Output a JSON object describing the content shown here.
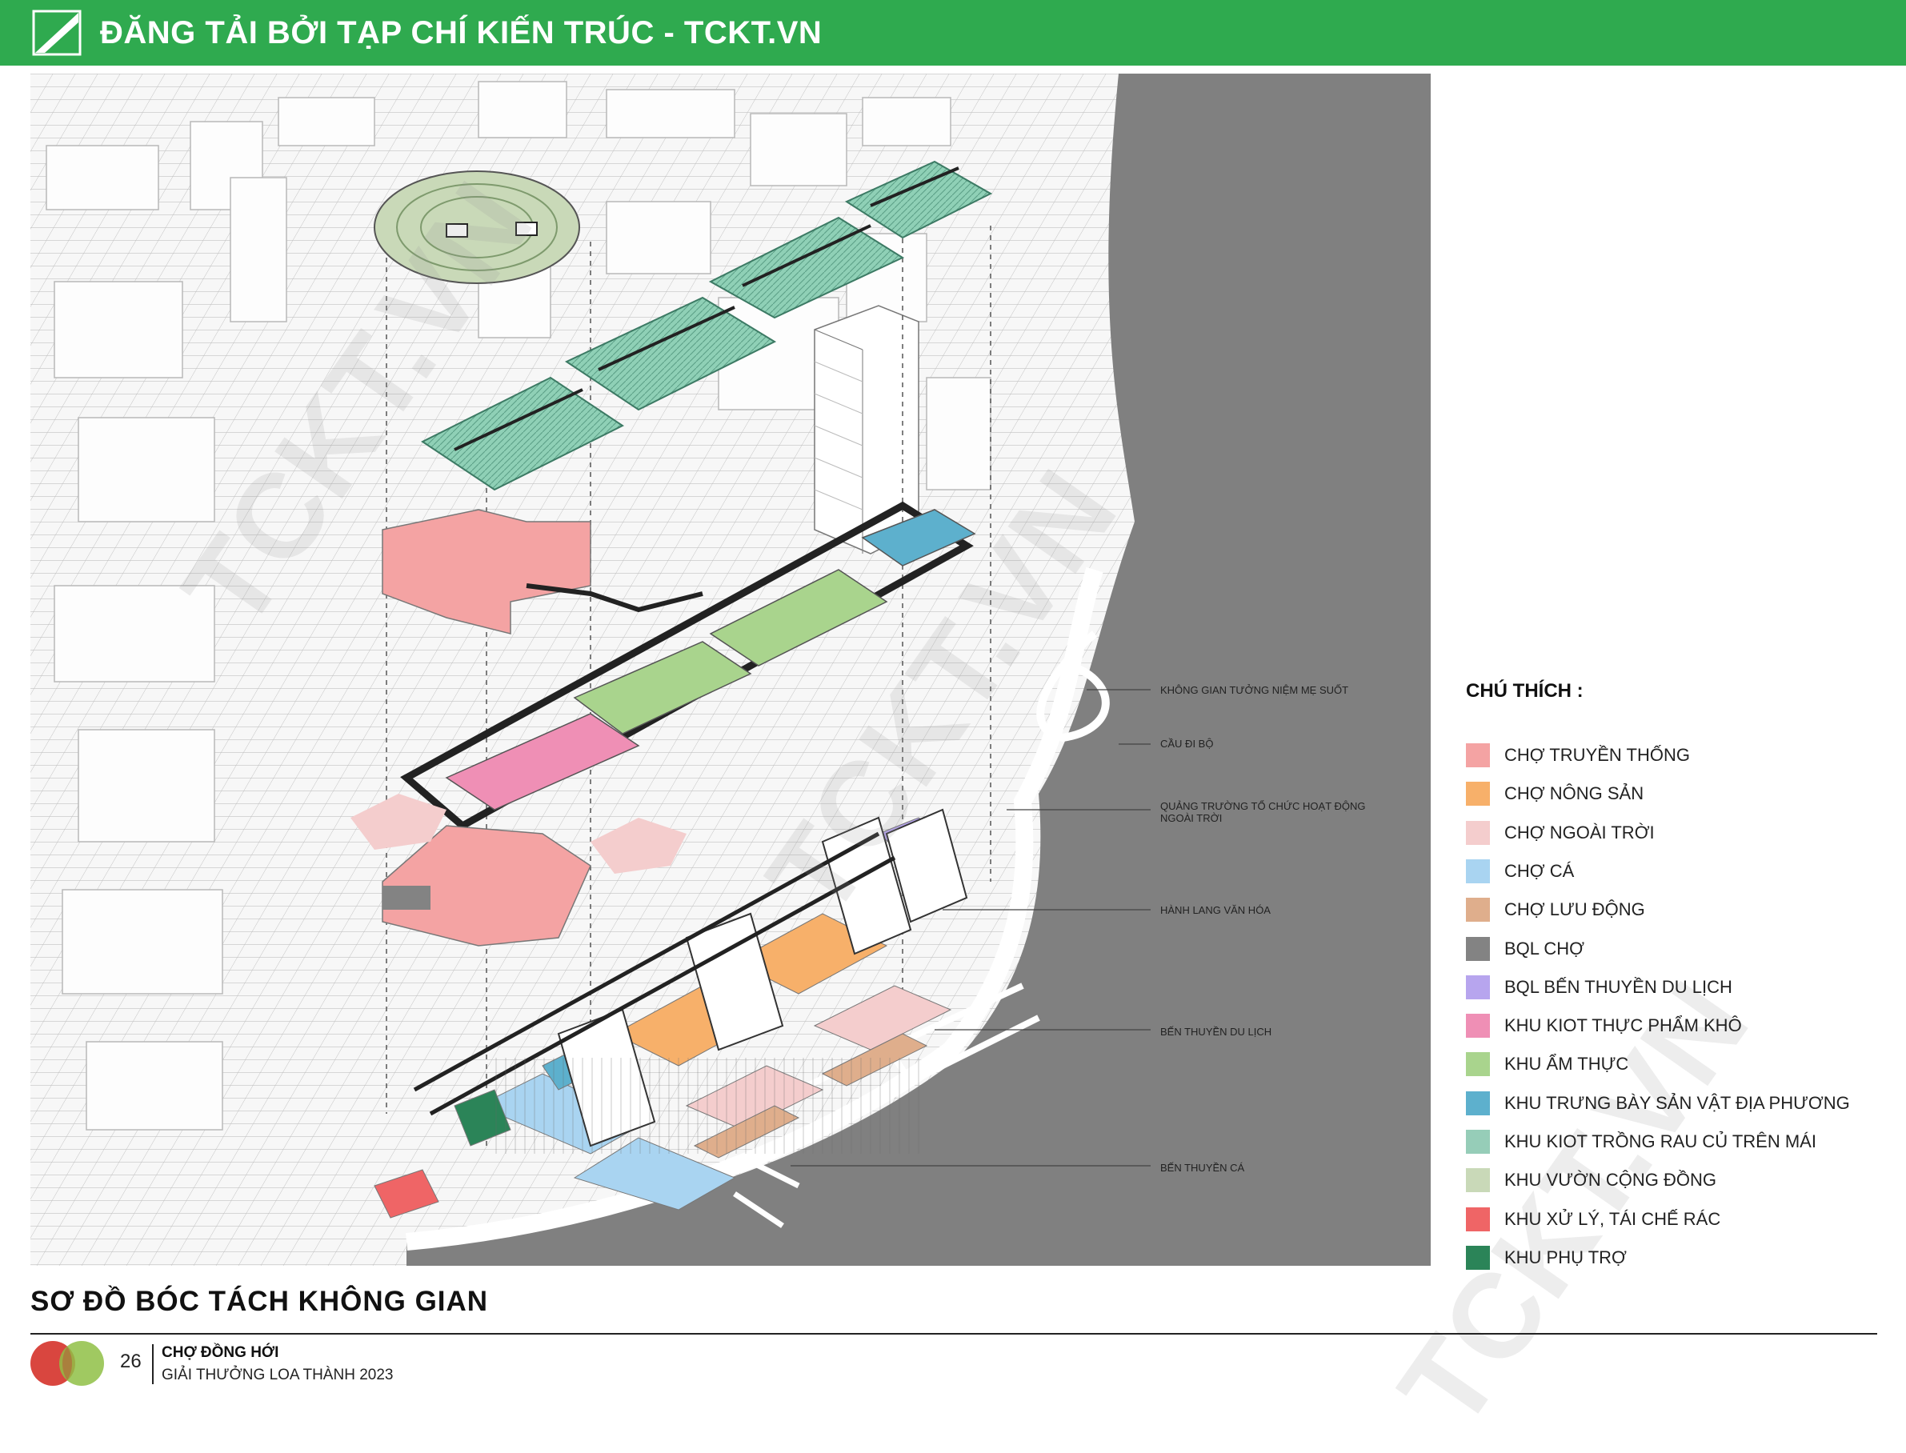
{
  "header": {
    "title": "ĐĂNG TẢI BỞI TẠP CHÍ KIẾN TRÚC - TCKT.VN"
  },
  "watermarks": [
    "TCKT.VN",
    "TCKT.VN",
    "TCKT.VN",
    "TCKT.VN"
  ],
  "callouts": [
    "KHÔNG GIAN TƯỞNG NIỆM MẸ SUỐT",
    "CẦU ĐI BỘ",
    "QUẢNG TRƯỜNG TỔ CHỨC HOẠT ĐỘNG NGOÀI TRỜI",
    "HÀNH LANG VĂN HÓA",
    "BẾN THUYỀN DU LỊCH",
    "BẾN THUYỀN CÁ"
  ],
  "legend": {
    "title": "CHÚ THÍCH :",
    "items": [
      {
        "label": "CHỢ TRUYỀN THỐNG",
        "color": "#f4a3a3"
      },
      {
        "label": "CHỢ NÔNG SẢN",
        "color": "#f7b06a"
      },
      {
        "label": "CHỢ NGOÀI TRỜI",
        "color": "#f4cdcd"
      },
      {
        "label": "CHỢ CÁ",
        "color": "#a9d4f1"
      },
      {
        "label": "CHỢ LƯU ĐỘNG",
        "color": "#dfae8c"
      },
      {
        "label": "BQL CHỢ",
        "color": "#838383"
      },
      {
        "label": "BQL BẾN THUYỀN DU LỊCH",
        "color": "#b7a5ee"
      },
      {
        "label": "KHU KIOT THỰC PHẨM KHÔ",
        "color": "#ef8fb5"
      },
      {
        "label": "KHU ẨM THỰC",
        "color": "#a9d48d"
      },
      {
        "label": "KHU TRƯNG BÀY SẢN VẬT ĐỊA PHƯƠNG",
        "color": "#5db0cd"
      },
      {
        "label": "KHU KIOT TRỒNG RAU CỦ TRÊN MÁI",
        "color": "#96cdb8"
      },
      {
        "label": "KHU VƯỜN CỘNG ĐỒNG",
        "color": "#c9d9b8"
      },
      {
        "label": "KHU XỬ LÝ, TÁI CHẾ RÁC",
        "color": "#ef6566"
      },
      {
        "label": "KHU PHỤ TRỢ",
        "color": "#2b8458"
      }
    ]
  },
  "section_title": "SƠ ĐỒ BÓC TÁCH KHÔNG GIAN",
  "footer": {
    "page": "26",
    "project": "CHỢ ĐỒNG HỚI",
    "award": "GIẢI THƯỞNG LOA THÀNH 2023"
  },
  "colors": {
    "brand_green": "#2faa4f",
    "river": "#808080"
  }
}
